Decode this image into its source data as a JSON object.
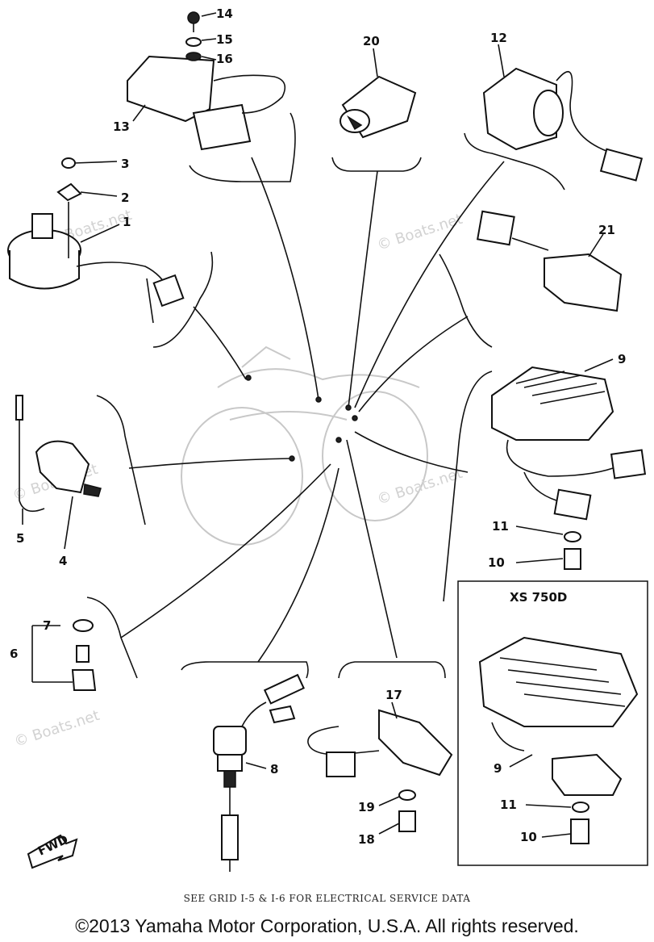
{
  "diagram": {
    "watermark": "© Boats.net",
    "part_labels": [
      "1",
      "2",
      "3",
      "4",
      "5",
      "6",
      "7",
      "8",
      "9",
      "9",
      "10",
      "10",
      "11",
      "11",
      "12",
      "13",
      "14",
      "15",
      "16",
      "17",
      "18",
      "19",
      "20",
      "21"
    ],
    "inset_title": "XS 750D",
    "fwd_label": "FWD"
  },
  "footer": {
    "note": "SEE GRID I-5 & I-6 FOR ELECTRICAL SERVICE DATA",
    "copyright": "©2013 Yamaha Motor Corporation, U.S.A. All rights reserved."
  }
}
